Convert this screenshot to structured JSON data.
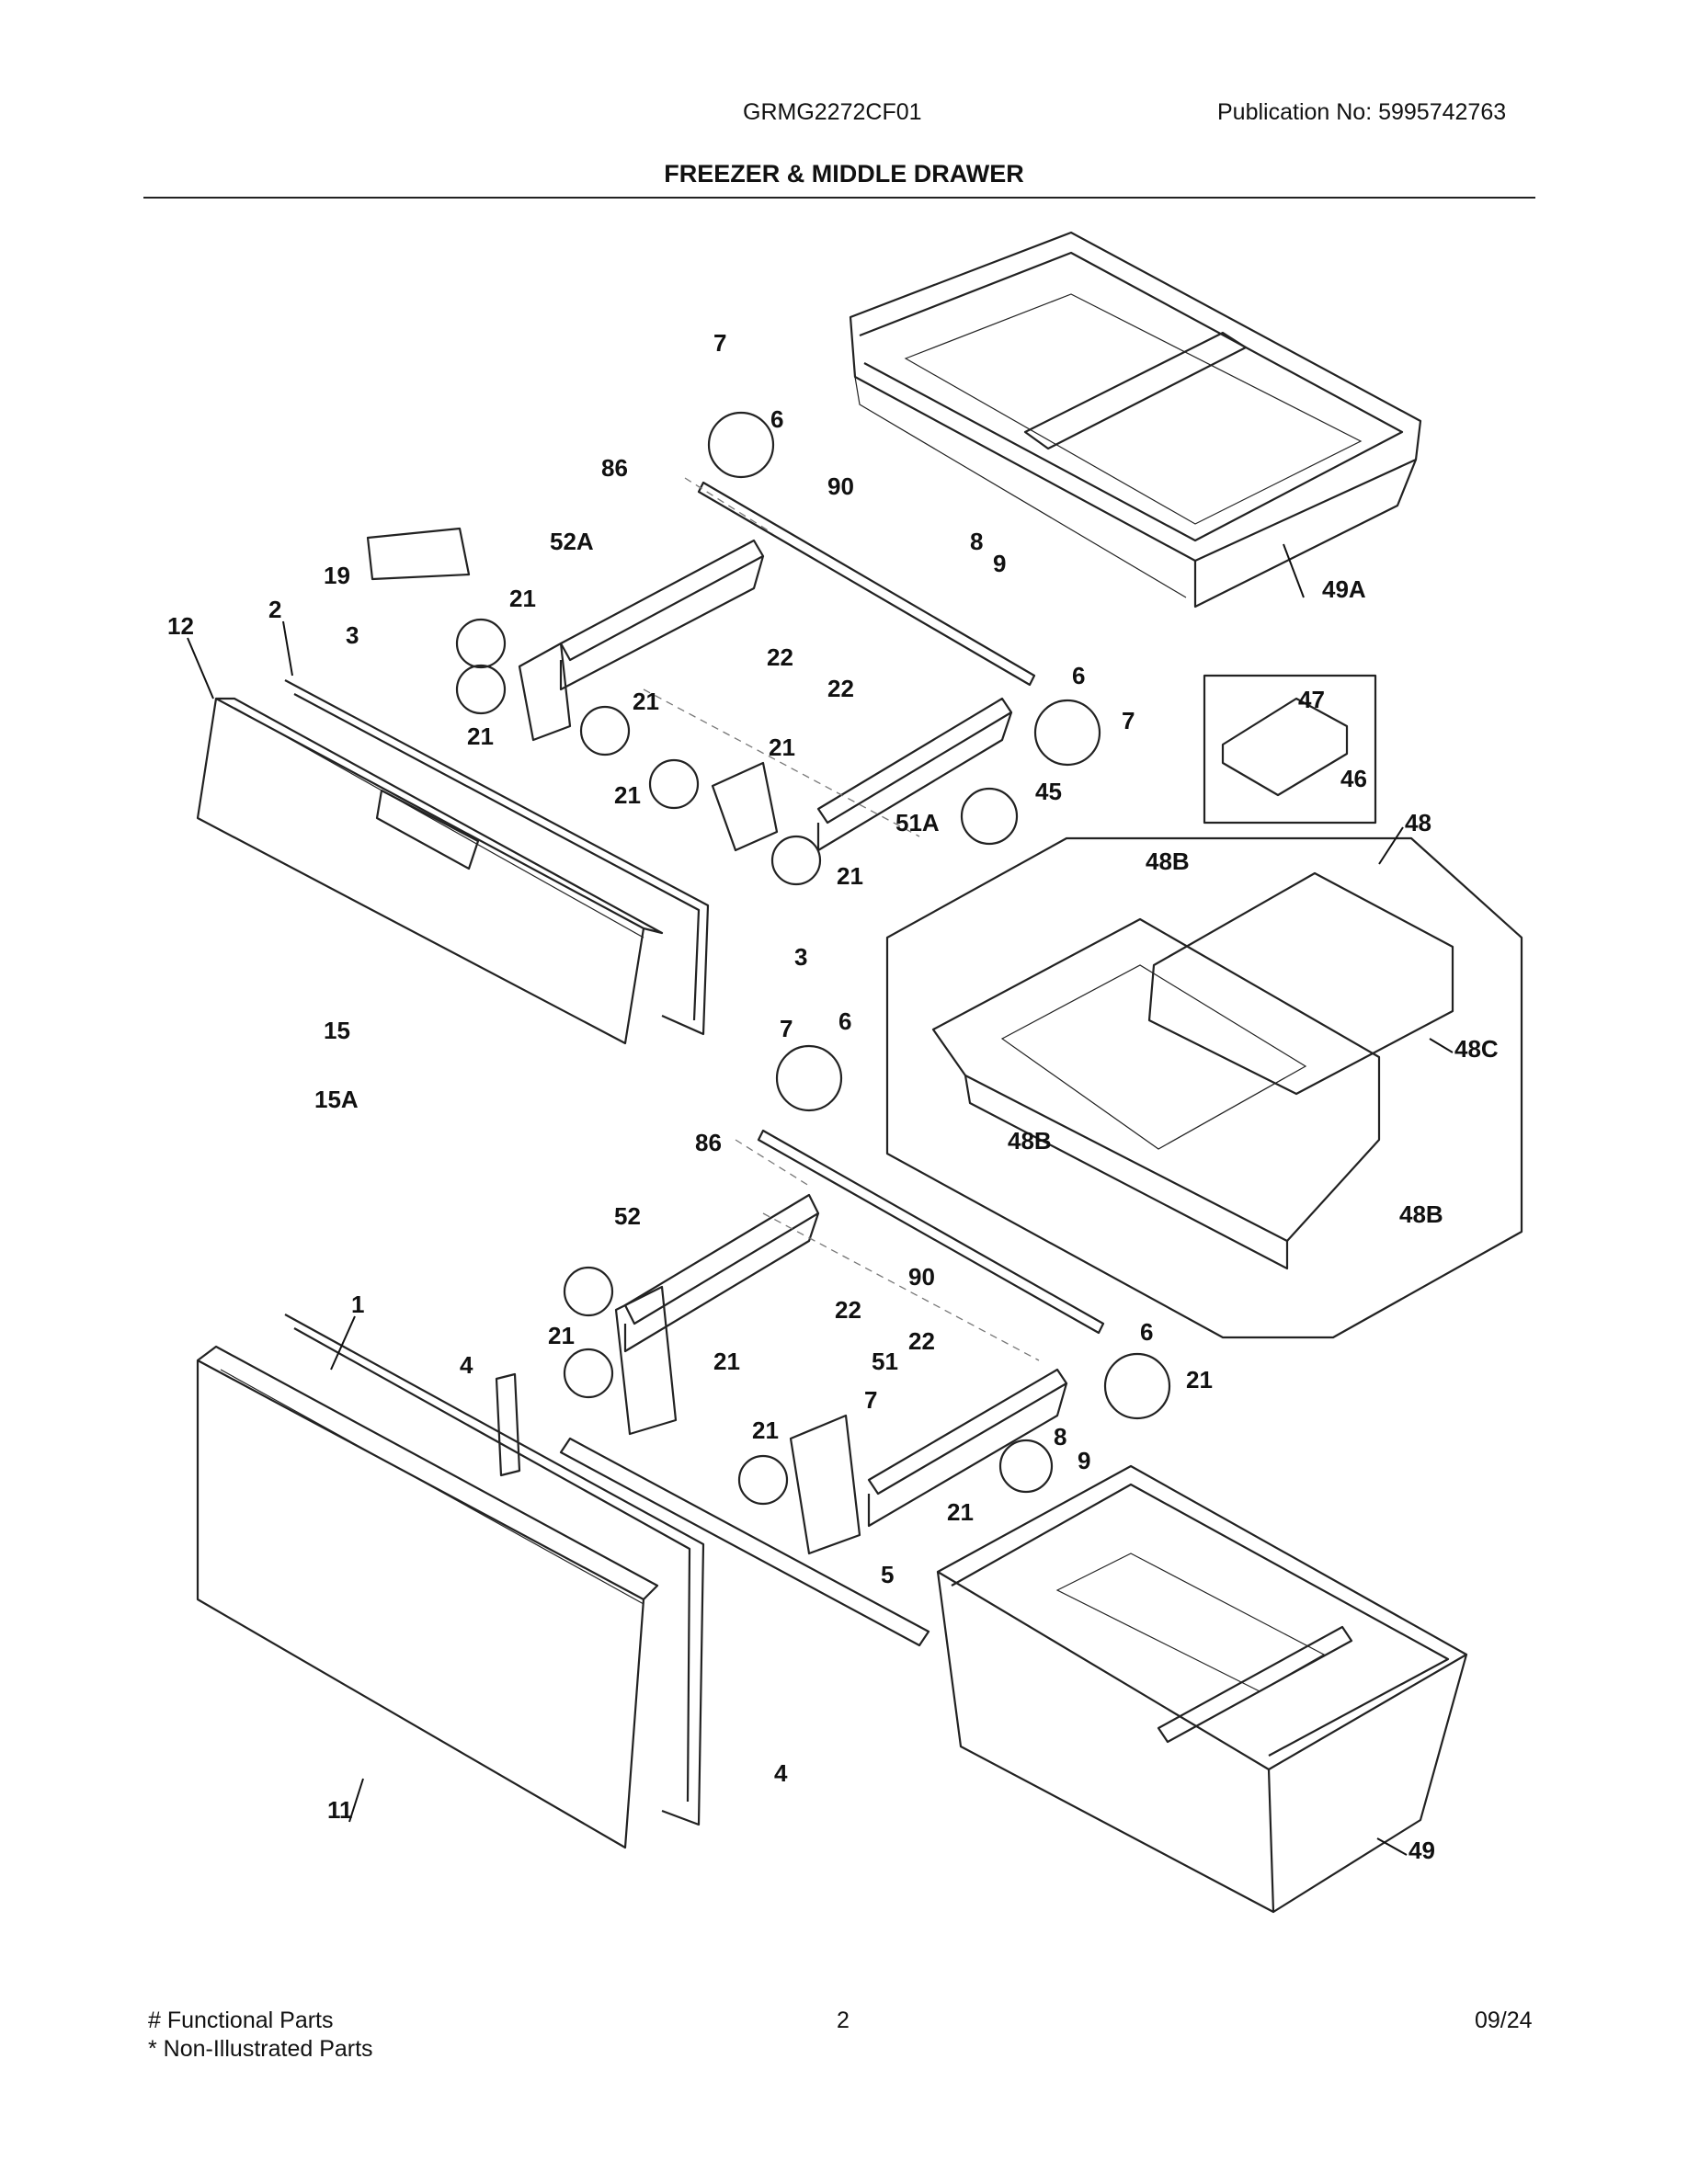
{
  "header": {
    "model": "GRMG2272CF01",
    "publication": "Publication No:  5995742763",
    "title": "FREEZER & MIDDLE DRAWER"
  },
  "footer": {
    "functional_parts": "# Functional Parts",
    "non_illustrated": "* Non-Illustrated Parts",
    "page": "2",
    "date": "09/24"
  },
  "callouts": [
    "7",
    "6",
    "86",
    "90",
    "52A",
    "19",
    "21",
    "8",
    "9",
    "49A",
    "12",
    "2",
    "3",
    "22",
    "21",
    "21",
    "22",
    "6",
    "7",
    "47",
    "46",
    "21",
    "21",
    "45",
    "51A",
    "21",
    "48",
    "48B",
    "3",
    "48C",
    "15",
    "7",
    "6",
    "48B",
    "15A",
    "86",
    "52",
    "48B",
    "90",
    "22",
    "1",
    "21",
    "22",
    "6",
    "21",
    "51",
    "4",
    "21",
    "7",
    "21",
    "8",
    "9",
    "21",
    "5",
    "4",
    "11",
    "49"
  ]
}
